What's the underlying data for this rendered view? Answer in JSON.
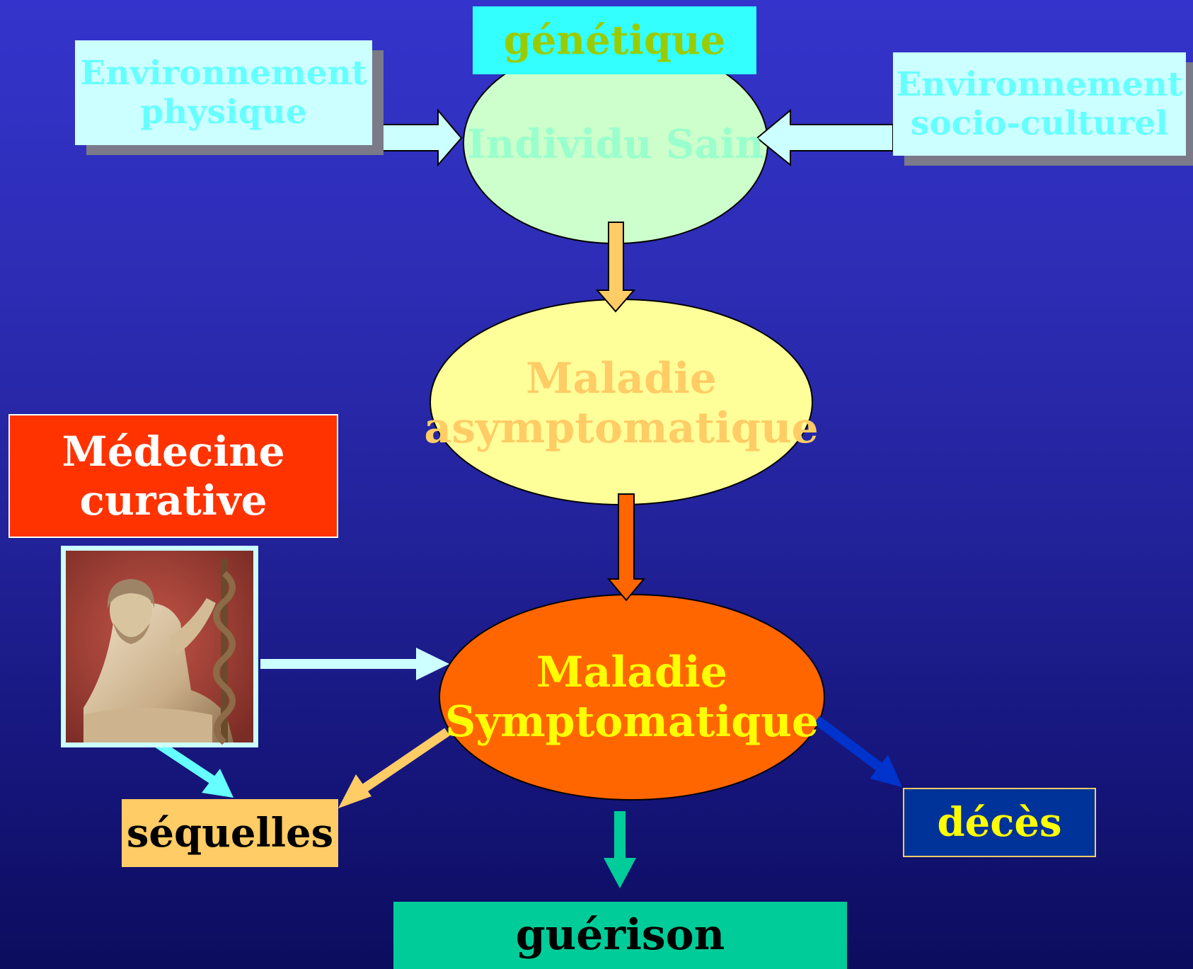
{
  "nodes": {
    "genetique": "génétique",
    "env_physique": "Environnement\nphysique",
    "env_socio": "Environnement\nsocio-culturel",
    "individu_sain": "Individu Sain",
    "maladie_asymptomatique": "Maladie\nasymptomatique",
    "medecine_curative": "Médecine\ncurative",
    "maladie_symptomatique": "Maladie\nSymptomatique",
    "sequelles": "séquelles",
    "deces": "décès",
    "guerison": "guérison"
  },
  "image": {
    "name": "statue-of-asclepius-with-serpent-staff"
  },
  "colors": {
    "background": "#3232c8",
    "env_box": "#ccffff",
    "env_text": "#66ffff",
    "genetique_box": "#33ffff",
    "genetique_text": "#99cc00",
    "ellipse_sain": "#ccffcc",
    "ellipse_asympto": "#ffff99",
    "text_asympto": "#ffcc66",
    "ellipse_sympto": "#ff6600",
    "text_sympto": "#ffff00",
    "medecine_box": "#ff3300",
    "sequelles_box": "#ffcc66",
    "deces_box": "#003399",
    "deces_text": "#ffff00",
    "guerison_box": "#00cc99",
    "arrow_orange": "#ff6600",
    "arrow_light_orange": "#ffcc66",
    "arrow_cyan": "#66ffff",
    "arrow_blue": "#0033cc",
    "arrow_green": "#00cc99"
  }
}
